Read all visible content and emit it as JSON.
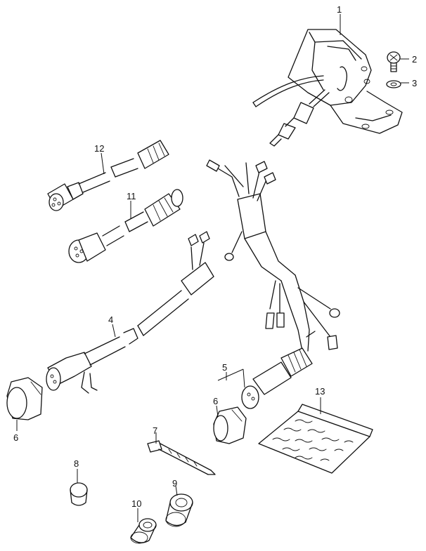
{
  "parts": [
    {
      "ref": "1"
    },
    {
      "ref": "2"
    },
    {
      "ref": "3"
    },
    {
      "ref": "4"
    },
    {
      "ref": "5"
    },
    {
      "ref": "6"
    },
    {
      "ref": "6"
    },
    {
      "ref": "7"
    },
    {
      "ref": "8"
    },
    {
      "ref": "9"
    },
    {
      "ref": "10"
    },
    {
      "ref": "11"
    },
    {
      "ref": "12"
    },
    {
      "ref": "13"
    }
  ]
}
